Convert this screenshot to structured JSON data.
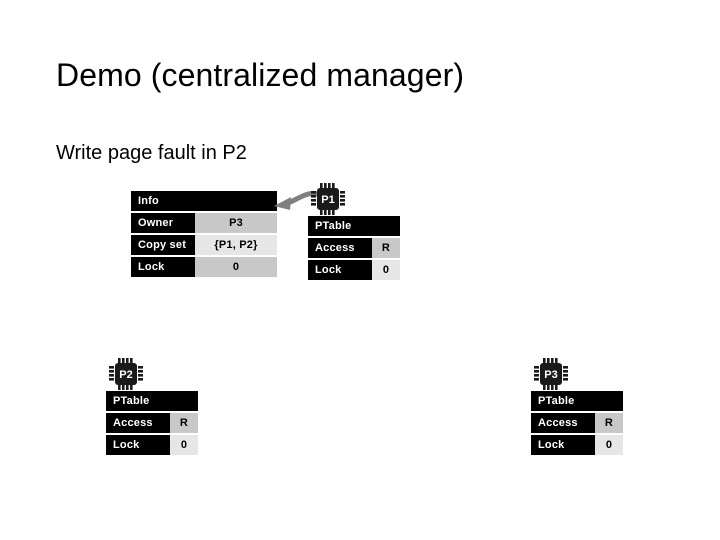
{
  "slide": {
    "title": "Demo (centralized manager)",
    "subtitle": "Write page fault in P2"
  },
  "colors": {
    "header_background": "#000000",
    "header_text": "#ffffff",
    "value_shade_dark": "#c8c8c8",
    "value_shade_light": "#e6e6e6",
    "arrow": "#808080",
    "page_background": "#ffffff"
  },
  "manager": {
    "icon": "info-table-icon",
    "header": "Info",
    "rows": [
      {
        "label": "Owner",
        "value": "P3"
      },
      {
        "label": "Copy set",
        "value": "{P1, P2}"
      },
      {
        "label": "Lock",
        "value": "0"
      }
    ]
  },
  "arrow": {
    "name": "curved-arrow-to-info-table",
    "direction": "left",
    "from": "P1",
    "to": "Info"
  },
  "nodes": [
    {
      "id": "p1",
      "chip_label": "P1",
      "chip_icon": "cpu-chip-icon",
      "table": {
        "header": "PTable",
        "rows": [
          {
            "label": "Access",
            "value": "R"
          },
          {
            "label": "Lock",
            "value": "0"
          }
        ]
      }
    },
    {
      "id": "p2",
      "chip_label": "P2",
      "chip_icon": "cpu-chip-icon",
      "table": {
        "header": "PTable",
        "rows": [
          {
            "label": "Access",
            "value": "R"
          },
          {
            "label": "Lock",
            "value": "0"
          }
        ]
      }
    },
    {
      "id": "p3",
      "chip_label": "P3",
      "chip_icon": "cpu-chip-icon",
      "table": {
        "header": "PTable",
        "rows": [
          {
            "label": "Access",
            "value": "R"
          },
          {
            "label": "Lock",
            "value": "0"
          }
        ]
      }
    }
  ]
}
